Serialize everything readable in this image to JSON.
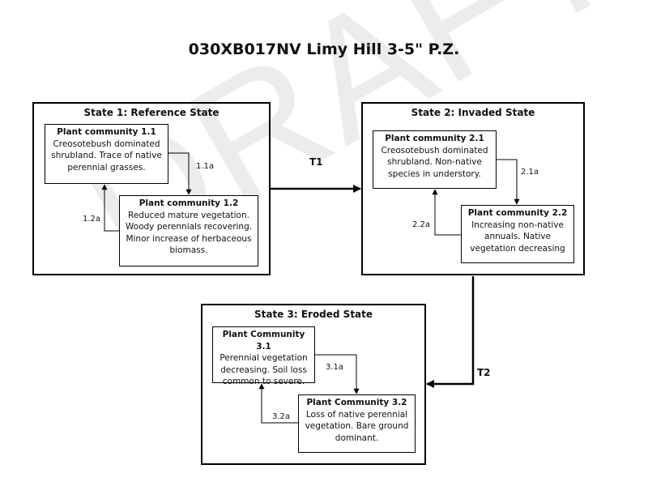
{
  "watermark": "DRAFT",
  "title": "030XB017NV Limy Hill 3-5\" P.Z.",
  "states": {
    "s1": {
      "title": "State 1: Reference State",
      "pc1": {
        "title": "Plant community 1.1",
        "desc": "Creosotebush dominated shrubland. Trace of native perennial grasses."
      },
      "pc2": {
        "title": "Plant community 1.2",
        "desc": "Reduced mature vegetation. Woody perennials recovering. Minor increase of herbaceous biomass."
      },
      "forward": "1.1a",
      "back": "1.2a"
    },
    "s2": {
      "title": "State 2: Invaded State",
      "pc1": {
        "title": "Plant community 2.1",
        "desc": "Creosotebush dominated shrubland. Non-native species in understory."
      },
      "pc2": {
        "title": "Plant community 2.2",
        "desc": "Increasing non-native annuals. Native vegetation decreasing"
      },
      "forward": "2.1a",
      "back": "2.2a"
    },
    "s3": {
      "title": "State 3: Eroded State",
      "pc1": {
        "title": "Plant Community 3.1",
        "desc": "Perennial vegetation decreasing. Soil loss common to severe."
      },
      "pc2": {
        "title": "Plant Community 3.2",
        "desc": "Loss of native perennial vegetation. Bare ground dominant."
      },
      "forward": "3.1a",
      "back": "3.2a"
    }
  },
  "transitions": {
    "t1": "T1",
    "t2": "T2"
  }
}
